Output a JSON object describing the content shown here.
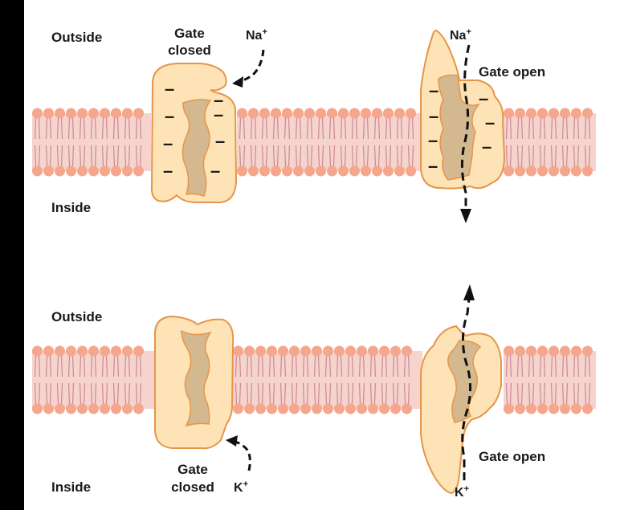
{
  "top": {
    "outside_label": "Outside",
    "inside_label": "Inside",
    "closed_gate_label_line1": "Gate",
    "closed_gate_label_line2": "closed",
    "open_gate_label": "Gate open",
    "ion_left": "Na",
    "ion_right": "Na",
    "ion_charge": "+",
    "channel_charge": "–"
  },
  "bottom": {
    "outside_label": "Outside",
    "inside_label": "Inside",
    "closed_gate_label_line1": "Gate",
    "closed_gate_label_line2": "closed",
    "open_gate_label": "Gate open",
    "ion_left": "K",
    "ion_right": "K",
    "ion_charge": "+"
  },
  "colors": {
    "protein_fill": "#fde3b5",
    "protein_stroke": "#e6954a",
    "pore_fill": "#d4b88f",
    "lipid_head": "#f4a78c",
    "lipid_band": "#f6d3cc",
    "lipid_tail": "#c98a98",
    "background": "#ffffff",
    "frame": "#000000"
  }
}
